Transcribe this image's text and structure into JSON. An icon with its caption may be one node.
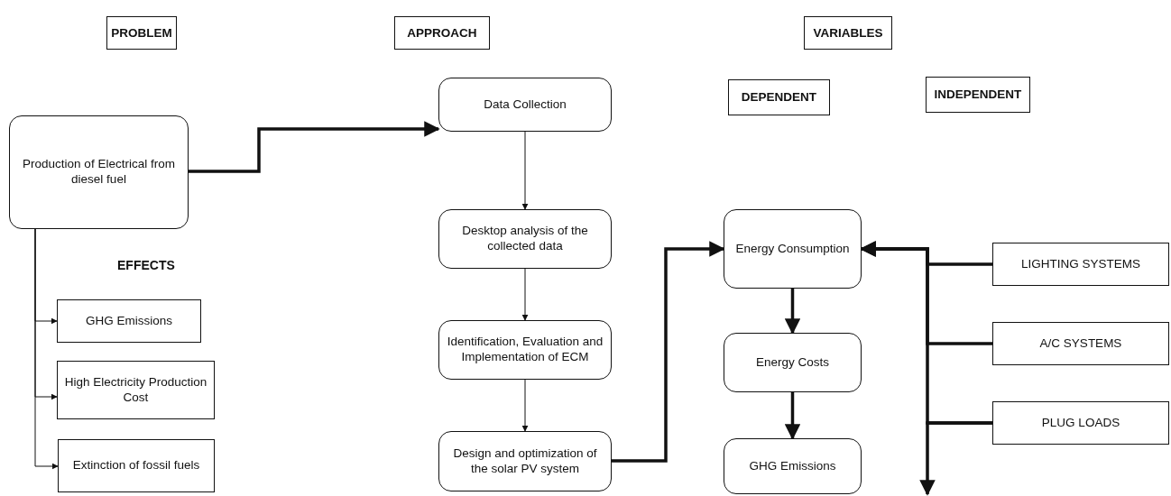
{
  "diagram": {
    "nodes": [
      {
        "text": [
          "PROBLEM"
        ]
      },
      {
        "text": [
          "APPROACH"
        ]
      },
      {
        "text": [
          "VARIABLES"
        ]
      },
      {
        "text": [
          "DEPENDENT"
        ]
      },
      {
        "text": [
          "INDEPENDENT"
        ]
      },
      {
        "text": [
          "Production of Electrical from diesel fuel"
        ]
      },
      {
        "text": [
          "GHG Emissions"
        ]
      },
      {
        "text": [
          "High Electricity Production Cost"
        ]
      },
      {
        "text": [
          "Extinction of fossil fuels"
        ]
      },
      {
        "text": [
          "Data Collection"
        ]
      },
      {
        "text": [
          "Desktop analysis of the collected data"
        ]
      },
      {
        "text": [
          "Identification, Evaluation and Implementation of ECM"
        ]
      },
      {
        "text": [
          "Design and optimization of the solar PV system"
        ]
      },
      {
        "text": [
          "Energy Consumption"
        ]
      },
      {
        "text": [
          "Energy Costs"
        ]
      },
      {
        "text": [
          "GHG Emissions"
        ]
      },
      {
        "text": [
          "LIGHTING SYSTEMS"
        ]
      },
      {
        "text": [
          "A/C SYSTEMS"
        ]
      },
      {
        "text": [
          "PLUG LOADS"
        ]
      }
    ],
    "edges": [
      {
        "from": 5,
        "to": 9,
        "arrow": "to"
      },
      {
        "from": 5,
        "to": 6,
        "arrow": "to"
      },
      {
        "from": 5,
        "to": 7,
        "arrow": "to"
      },
      {
        "from": 5,
        "to": 8,
        "arrow": "to"
      },
      {
        "from": 9,
        "to": 10,
        "arrow": "to"
      },
      {
        "from": 10,
        "to": 11,
        "arrow": "to"
      },
      {
        "from": 11,
        "to": 12,
        "arrow": "to"
      },
      {
        "from": 12,
        "to": 13,
        "arrow": "to"
      },
      {
        "from": 13,
        "to": 14,
        "arrow": "to"
      },
      {
        "from": 14,
        "to": 15,
        "arrow": "to"
      },
      {
        "from": 16,
        "to": 13,
        "arrow": "to"
      },
      {
        "from": 17,
        "to": 13,
        "arrow": "to"
      },
      {
        "from": 18,
        "to": 13,
        "arrow": "to"
      },
      {
        "from": 18,
        "to": null,
        "arrow": "to"
      }
    ],
    "labels": [
      "EFFECTS"
    ]
  }
}
